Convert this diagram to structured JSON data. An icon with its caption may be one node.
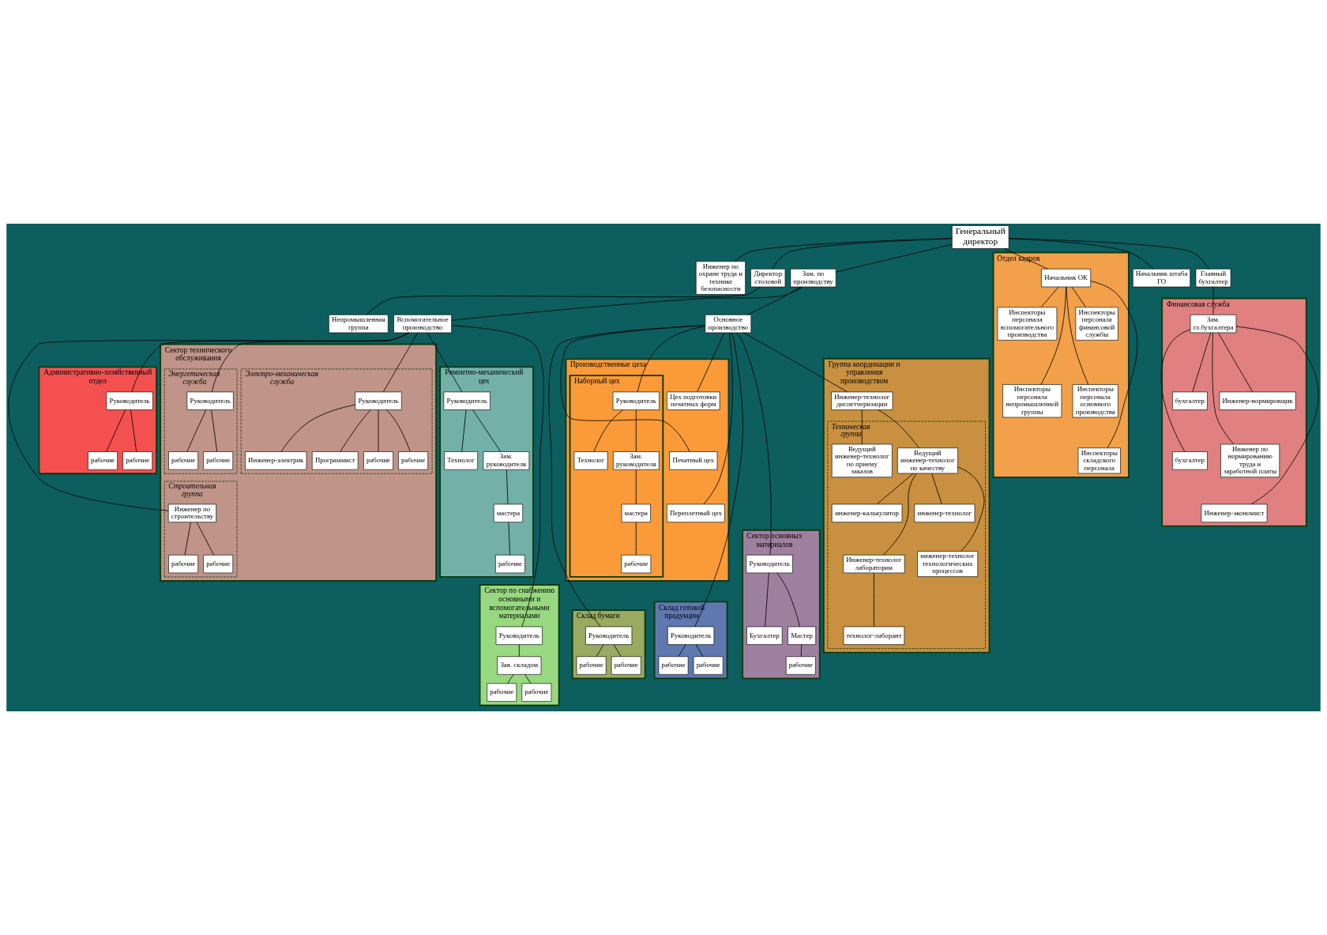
{
  "diagram": {
    "nodes": [
      {
        "text": [
          "Генеральный директор"
        ]
      },
      {
        "text": [
          "Инженер по охране труда и технике безопасности"
        ]
      },
      {
        "text": [
          "Директор столовой"
        ]
      },
      {
        "text": [
          "Непромышленная группа"
        ]
      },
      {
        "text": [
          "Зам. по производству"
        ]
      },
      {
        "text": [
          "Отдел кадров"
        ]
      },
      {
        "text": [
          "Начальник ОК"
        ],
        "in": 5
      },
      {
        "text": [
          "Инспекторы персонала вспомогательного производства"
        ],
        "in": 5
      },
      {
        "text": [
          "Инспекторы персонала непромышленной группы"
        ],
        "in": 5
      },
      {
        "text": [
          "Инспекторы персонала финансовой службы"
        ],
        "in": 5
      },
      {
        "text": [
          "Инспекторы персонала основного производства"
        ],
        "in": 5
      },
      {
        "text": [
          "Инспекторы складского персонала"
        ],
        "in": 5
      },
      {
        "text": [
          "Начальник штаба ГО"
        ]
      },
      {
        "text": [
          "Главный бухгалтер"
        ]
      },
      {
        "text": [
          "Финансовая служба"
        ]
      },
      {
        "text": [
          "Зам. гл.бухгалтера"
        ],
        "in": 14
      },
      {
        "text": [
          "Инженер-нормировщик"
        ],
        "in": 14
      },
      {
        "text": [
          "бухгалтер"
        ],
        "in": 14
      },
      {
        "text": [
          "бухгалтер"
        ],
        "in": 14
      },
      {
        "text": [
          "Инженер по нормированию труда и заработной платы"
        ],
        "in": 14
      },
      {
        "text": [
          "Инженер-экономист"
        ],
        "in": 14
      },
      {
        "text": [
          "Вспомогательное производство"
        ]
      },
      {
        "text": [
          "Основное производство"
        ]
      },
      {
        "text": [
          "Административно-хозяйственный отдел"
        ]
      },
      {
        "text": [
          "Руководитель"
        ],
        "in": 23
      },
      {
        "text": [
          "рабочие"
        ],
        "in": 23
      },
      {
        "text": [
          "рабочие"
        ],
        "in": 23
      },
      {
        "text": [
          "Сектор технического обслуживания"
        ]
      },
      {
        "text": [
          "Строительная группа"
        ],
        "in": 27
      },
      {
        "text": [
          "Инженер по строительству"
        ],
        "in": 28
      },
      {
        "text": [
          "рабочие"
        ],
        "in": 28
      },
      {
        "text": [
          "рабочие"
        ],
        "in": 28
      },
      {
        "text": [
          "Электро-механическая служба"
        ],
        "in": 27
      },
      {
        "text": [
          "Руководитель"
        ],
        "in": 32
      },
      {
        "text": [
          "Инженер-электрик"
        ],
        "in": 32
      },
      {
        "text": [
          "Программист"
        ],
        "in": 32
      },
      {
        "text": [
          "рабочие"
        ],
        "in": 32
      },
      {
        "text": [
          "рабочие"
        ],
        "in": 32
      },
      {
        "text": [
          "Энергетическая служба"
        ],
        "in": 27
      },
      {
        "text": [
          "Руководитель"
        ],
        "in": 38
      },
      {
        "text": [
          "рабочие"
        ],
        "in": 38
      },
      {
        "text": [
          "рабочие"
        ],
        "in": 38
      },
      {
        "text": [
          "Ремонтно-механический цех"
        ]
      },
      {
        "text": [
          "Руководитель"
        ],
        "in": 42
      },
      {
        "text": [
          "Технолог"
        ],
        "in": 42
      },
      {
        "text": [
          "Зам. руководителя"
        ],
        "in": 42
      },
      {
        "text": [
          "мастера"
        ],
        "in": 42
      },
      {
        "text": [
          "рабочие"
        ],
        "in": 42
      },
      {
        "text": [
          "Сектор по снабжению основными и вспомогательными материалами"
        ]
      },
      {
        "text": [
          "Руководитель"
        ],
        "in": 48
      },
      {
        "text": [
          "Зав. складом"
        ],
        "in": 48
      },
      {
        "text": [
          "рабочие"
        ],
        "in": 48
      },
      {
        "text": [
          "рабочие"
        ],
        "in": 48
      },
      {
        "text": [
          "Группа координации и управления производством"
        ]
      },
      {
        "text": [
          "Инженер-технолог диспетчеризации"
        ],
        "in": 53
      },
      {
        "text": [
          "Техническая группа"
        ],
        "in": 53
      },
      {
        "text": [
          "Ведущий инженер-технолог по качеству"
        ],
        "in": 55
      },
      {
        "text": [
          "Ведущий инженер-технолог по приему заказов"
        ],
        "in": 55
      },
      {
        "text": [
          "инженер-калькулятор"
        ],
        "in": 55
      },
      {
        "text": [
          "инженер-технолог"
        ],
        "in": 55
      },
      {
        "text": [
          "Инженер-технолог лаборатории"
        ],
        "in": 55
      },
      {
        "text": [
          "технолог-лаборант"
        ],
        "in": 55
      },
      {
        "text": [
          "инженер-технолог технологических процессов"
        ],
        "in": 55
      },
      {
        "text": [
          "Производственные цеха"
        ]
      },
      {
        "text": [
          "Наборный цех"
        ],
        "in": 63
      },
      {
        "text": [
          "Руководитель"
        ],
        "in": 64
      },
      {
        "text": [
          "Технолог"
        ],
        "in": 64
      },
      {
        "text": [
          "Зам. руководителя"
        ],
        "in": 64
      },
      {
        "text": [
          "мастера"
        ],
        "in": 64
      },
      {
        "text": [
          "рабочие"
        ],
        "in": 64
      },
      {
        "text": [
          "Цех подготовки печатных форм"
        ],
        "in": 63
      },
      {
        "text": [
          "Печатный цех"
        ],
        "in": 63
      },
      {
        "text": [
          "Переплетный цех"
        ],
        "in": 63
      },
      {
        "text": [
          "Склад бумаги"
        ]
      },
      {
        "text": [
          "Руководитель"
        ],
        "in": 73
      },
      {
        "text": [
          "рабочие"
        ],
        "in": 73
      },
      {
        "text": [
          "рабочие"
        ],
        "in": 73
      },
      {
        "text": [
          "Склад готовой продукции"
        ]
      },
      {
        "text": [
          "Руководитель"
        ],
        "in": 77
      },
      {
        "text": [
          "рабочие"
        ],
        "in": 77
      },
      {
        "text": [
          "рабочие"
        ],
        "in": 77
      },
      {
        "text": [
          "Сектор основных материалов"
        ]
      },
      {
        "text": [
          "Руководитель"
        ],
        "in": 81
      },
      {
        "text": [
          "Бухгалтер"
        ],
        "in": 81
      },
      {
        "text": [
          "Мастер"
        ],
        "in": 81
      },
      {
        "text": [
          "рабочие"
        ],
        "in": 81
      }
    ],
    "edges": [
      {
        "from": 0,
        "to": 1,
        "arrow": "none"
      },
      {
        "from": 0,
        "to": 2,
        "arrow": "none"
      },
      {
        "from": 0,
        "to": 4,
        "arrow": "none"
      },
      {
        "from": 0,
        "to": 6,
        "arrow": "none"
      },
      {
        "from": 0,
        "to": 12,
        "arrow": "none"
      },
      {
        "from": 0,
        "to": 13,
        "arrow": "none"
      },
      {
        "from": 2,
        "to": 3,
        "arrow": "none"
      },
      {
        "from": 6,
        "to": 7,
        "arrow": "none"
      },
      {
        "from": 6,
        "to": 8,
        "arrow": "none"
      },
      {
        "from": 6,
        "to": 9,
        "arrow": "none"
      },
      {
        "from": 6,
        "to": 10,
        "arrow": "none"
      },
      {
        "from": 6,
        "to": 11,
        "arrow": "none"
      },
      {
        "from": 13,
        "to": 15,
        "arrow": "none"
      },
      {
        "from": 15,
        "to": 16,
        "arrow": "none"
      },
      {
        "from": 15,
        "to": 17,
        "arrow": "none"
      },
      {
        "from": 15,
        "to": 18,
        "arrow": "none"
      },
      {
        "from": 15,
        "to": 19,
        "arrow": "none"
      },
      {
        "from": 15,
        "to": 20,
        "arrow": "none"
      },
      {
        "from": 4,
        "to": 21,
        "arrow": "none"
      },
      {
        "from": 4,
        "to": 22,
        "arrow": "none"
      },
      {
        "from": 21,
        "to": 24,
        "arrow": "none"
      },
      {
        "from": 24,
        "to": 25,
        "arrow": "none"
      },
      {
        "from": 24,
        "to": 26,
        "arrow": "none"
      },
      {
        "from": 21,
        "to": 29,
        "arrow": "none"
      },
      {
        "from": 29,
        "to": 30,
        "arrow": "none"
      },
      {
        "from": 29,
        "to": 31,
        "arrow": "none"
      },
      {
        "from": 21,
        "to": 33,
        "arrow": "none"
      },
      {
        "from": 33,
        "to": 34,
        "arrow": "none"
      },
      {
        "from": 33,
        "to": 35,
        "arrow": "none"
      },
      {
        "from": 33,
        "to": 36,
        "arrow": "none"
      },
      {
        "from": 33,
        "to": 37,
        "arrow": "none"
      },
      {
        "from": 21,
        "to": 39,
        "arrow": "none"
      },
      {
        "from": 39,
        "to": 40,
        "arrow": "none"
      },
      {
        "from": 39,
        "to": 41,
        "arrow": "none"
      },
      {
        "from": 21,
        "to": 43,
        "arrow": "none"
      },
      {
        "from": 43,
        "to": 44,
        "arrow": "none"
      },
      {
        "from": 43,
        "to": 45,
        "arrow": "none"
      },
      {
        "from": 45,
        "to": 46,
        "arrow": "none"
      },
      {
        "from": 46,
        "to": 47,
        "arrow": "none"
      },
      {
        "from": 21,
        "to": 49,
        "arrow": "none"
      },
      {
        "from": 49,
        "to": 50,
        "arrow": "none"
      },
      {
        "from": 50,
        "to": 51,
        "arrow": "none"
      },
      {
        "from": 50,
        "to": 52,
        "arrow": "none"
      },
      {
        "from": 22,
        "to": 54,
        "arrow": "none"
      },
      {
        "from": 54,
        "to": 56,
        "arrow": "none"
      },
      {
        "from": 54,
        "to": 57,
        "arrow": "none"
      },
      {
        "from": 56,
        "to": 58,
        "arrow": "none"
      },
      {
        "from": 56,
        "to": 59,
        "arrow": "none"
      },
      {
        "from": 56,
        "to": 60,
        "arrow": "none"
      },
      {
        "from": 56,
        "to": 62,
        "arrow": "none"
      },
      {
        "from": 60,
        "to": 61,
        "arrow": "none"
      },
      {
        "from": 22,
        "to": 65,
        "arrow": "none"
      },
      {
        "from": 65,
        "to": 66,
        "arrow": "none"
      },
      {
        "from": 65,
        "to": 67,
        "arrow": "none"
      },
      {
        "from": 67,
        "to": 68,
        "arrow": "none"
      },
      {
        "from": 68,
        "to": 69,
        "arrow": "none"
      },
      {
        "from": 22,
        "to": 70,
        "arrow": "none"
      },
      {
        "from": 22,
        "to": 71,
        "arrow": "none"
      },
      {
        "from": 22,
        "to": 72,
        "arrow": "none"
      },
      {
        "from": 22,
        "to": 74,
        "arrow": "none"
      },
      {
        "from": 74,
        "to": 75,
        "arrow": "none"
      },
      {
        "from": 74,
        "to": 76,
        "arrow": "none"
      },
      {
        "from": 22,
        "to": 78,
        "arrow": "none"
      },
      {
        "from": 78,
        "to": 79,
        "arrow": "none"
      },
      {
        "from": 78,
        "to": 80,
        "arrow": "none"
      },
      {
        "from": 22,
        "to": 82,
        "arrow": "none"
      },
      {
        "from": 82,
        "to": 83,
        "arrow": "none"
      },
      {
        "from": 82,
        "to": 84,
        "arrow": "none"
      },
      {
        "from": 84,
        "to": 85,
        "arrow": "none"
      }
    ]
  }
}
